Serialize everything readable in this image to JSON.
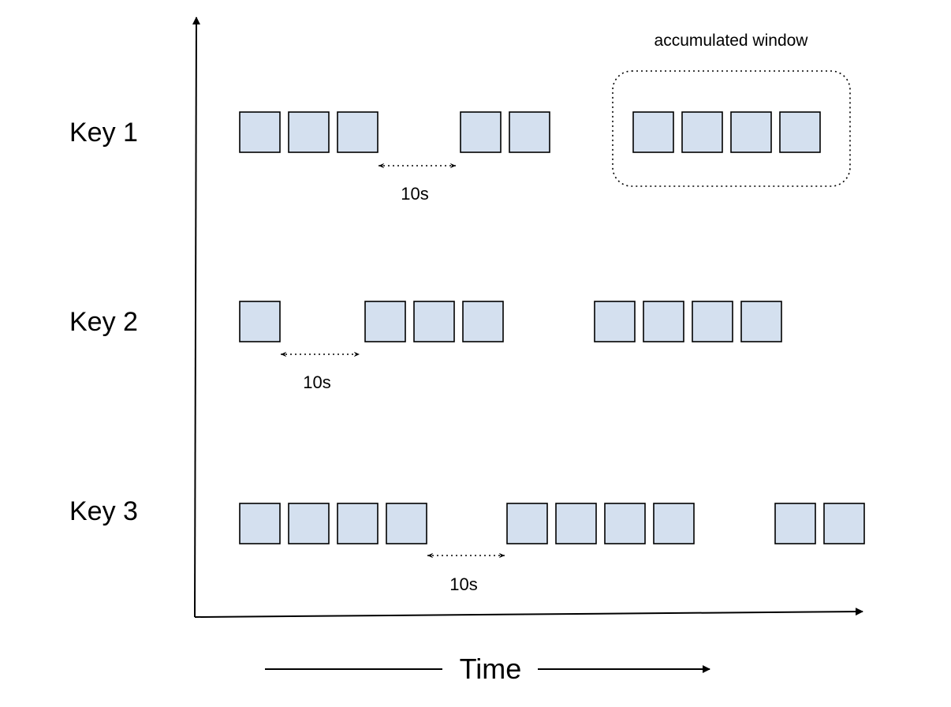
{
  "colors": {
    "event_fill": "#d4e0ef",
    "stroke": "#000000",
    "background": "#ffffff"
  },
  "axis": {
    "x_title": "Time"
  },
  "window": {
    "label": "accumulated window"
  },
  "rows": [
    {
      "label": "Key 1",
      "groups": [
        3,
        2,
        4
      ],
      "gap": {
        "label": "10s",
        "after_group": 0
      },
      "window_group": 2
    },
    {
      "label": "Key 2",
      "groups": [
        1,
        3,
        4
      ],
      "gap": {
        "label": "10s",
        "after_group": 0
      }
    },
    {
      "label": "Key 3",
      "groups": [
        4,
        4,
        2
      ],
      "gap": {
        "label": "10s",
        "after_group": 0
      }
    }
  ]
}
